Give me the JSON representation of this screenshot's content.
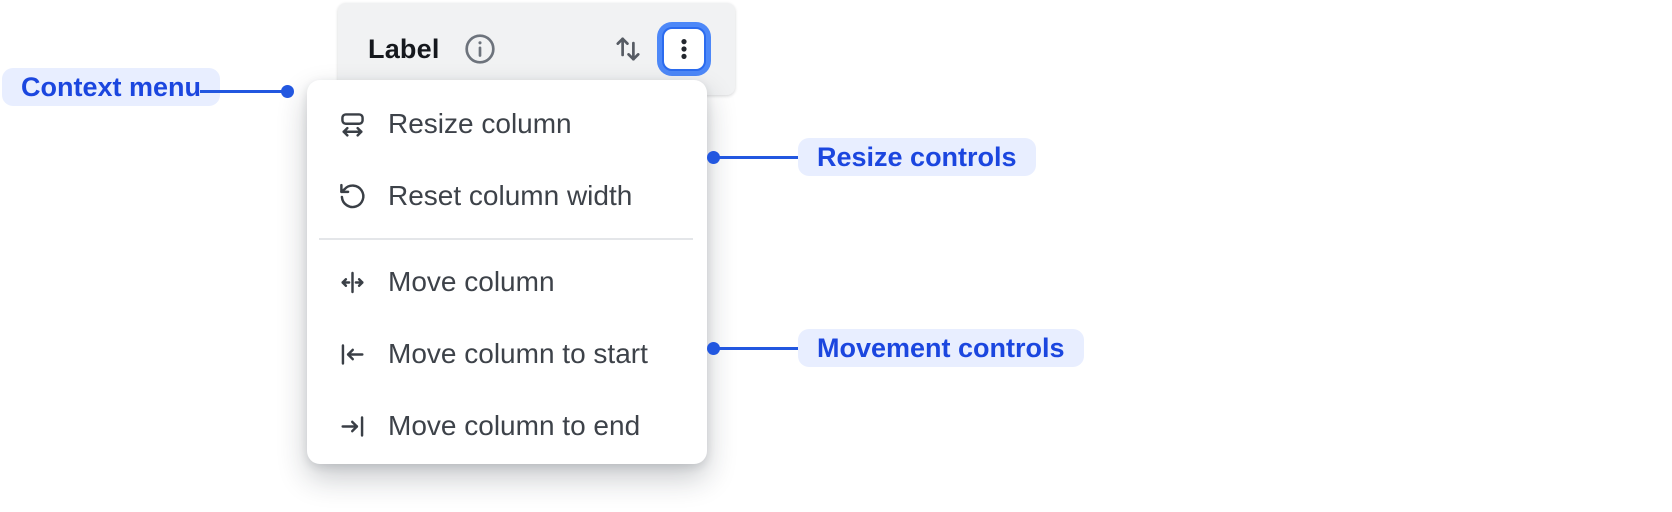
{
  "header": {
    "label": "Label",
    "info_icon": "info-icon",
    "sort_icon": "sort-arrows-icon",
    "menu_button_icon": "kebab-menu-icon",
    "menu_button_state": "focused"
  },
  "menu": {
    "items": [
      {
        "label": "Resize column",
        "icon": "resize-column-icon",
        "group": "resize"
      },
      {
        "label": "Reset column width",
        "icon": "reset-column-width-icon",
        "group": "resize"
      },
      {
        "label": "Move column",
        "icon": "move-column-icon",
        "group": "movement"
      },
      {
        "label": "Move column to start",
        "icon": "move-column-to-start-icon",
        "group": "movement"
      },
      {
        "label": "Move column to end",
        "icon": "move-column-to-end-icon",
        "group": "movement"
      }
    ]
  },
  "annotations": {
    "context_menu": {
      "label": "Context menu"
    },
    "resize_controls": {
      "label": "Resize controls"
    },
    "movement_controls": {
      "label": "Movement controls"
    }
  },
  "colors": {
    "annotation_accent": "#2257e0",
    "annotation_text": "#1b46df",
    "annotation_pill_bg": "#e8eeff",
    "focus_ring": "#4d88f8",
    "focus_border": "#2b6bef",
    "header_bg": "#f1f2f3",
    "menu_bg": "#ffffff",
    "menu_text": "#3d4249",
    "header_text": "#15181d"
  }
}
